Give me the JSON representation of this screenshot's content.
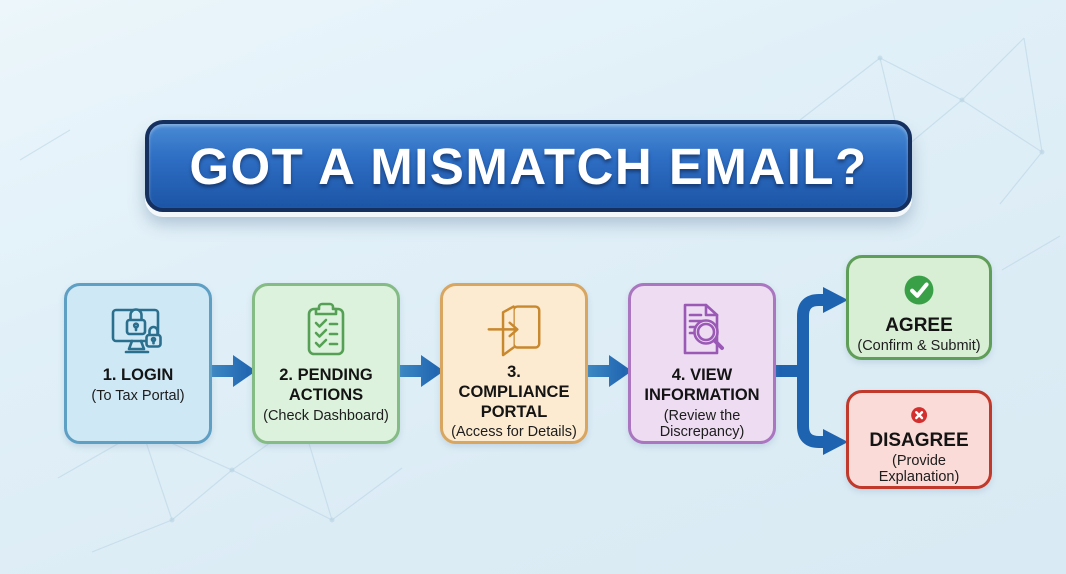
{
  "title": {
    "text": "GOT A MISMATCH EMAIL?"
  },
  "steps": [
    {
      "title": "1. LOGIN",
      "subtitle": "(To Tax Portal)",
      "icon": "monitor-lock-icon",
      "fill": "#cfe8f5",
      "border": "#5e9fc4",
      "icon_color": "#2a6f8e"
    },
    {
      "title": "2. PENDING ACTIONS",
      "subtitle": "(Check Dashboard)",
      "icon": "checklist-clipboard-icon",
      "fill": "#dcf2dc",
      "border": "#85bb85",
      "icon_color": "#55a055"
    },
    {
      "title": "3. COMPLIANCE PORTAL",
      "subtitle": "(Access for Details)",
      "icon": "door-enter-icon",
      "fill": "#fcebd1",
      "border": "#d8a660",
      "icon_color": "#c8882e"
    },
    {
      "title": "4. VIEW INFORMATION",
      "subtitle": "(Review the Discrepancy)",
      "icon": "document-magnifier-icon",
      "fill": "#eddcf2",
      "border": "#a976bf",
      "icon_color": "#9b59b6"
    }
  ],
  "outcomes": [
    {
      "label": "AGREE",
      "subtitle": "(Confirm & Submit)",
      "icon": "check-circle-icon",
      "fill": "#d9efd5",
      "border": "#5f9e58",
      "icon_color": "#3aa047"
    },
    {
      "label": "DISAGREE",
      "subtitle": "(Provide Explanation)",
      "icon": "x-circle-icon",
      "fill": "#fadbd8",
      "border": "#c0392b",
      "icon_color": "#d32f2f"
    }
  ],
  "colors": {
    "background": "#e0eef7",
    "banner_blue": "#2e6ec4",
    "banner_border": "#15305f",
    "arrow_blue": "#1e63b0",
    "text_dark": "#141414"
  }
}
